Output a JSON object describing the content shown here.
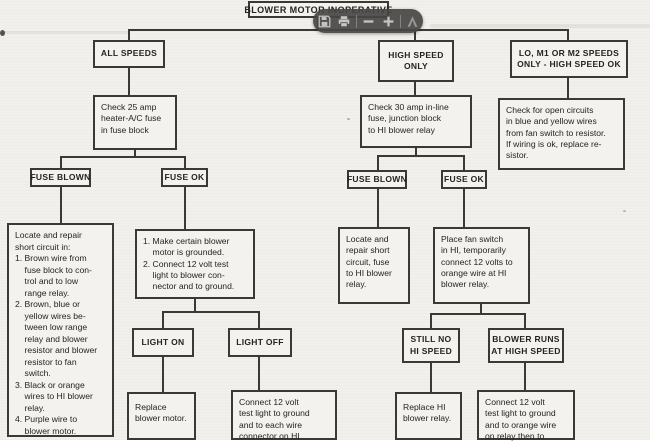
{
  "toolbar": {
    "icons": [
      "save-icon",
      "print-icon",
      "zoom-out-icon",
      "zoom-in-icon",
      "acrobat-icon"
    ]
  },
  "nodes": {
    "title": "BLOWER MOTOR INOPERATIVE",
    "all_speeds": "ALL SPEEDS",
    "high_speed_only": "HIGH SPEED\nONLY",
    "lo_m1_m2": "LO, M1 OR M2 SPEEDS\nONLY - HIGH SPEED OK",
    "check_25": "Check 25 amp\nheater-A/C fuse\nin fuse block",
    "check_30": "Check 30 amp in-line\nfuse, junction block\nto HI blower relay",
    "check_open": "Check for open circuits\nin blue and yellow wires\nfrom fan switch to resistor.\nIf wiring is ok, replace re-\nsistor.",
    "fuse_blown_left": "FUSE BLOWN",
    "fuse_ok_left": "FUSE OK",
    "locate_left": "Locate and repair\nshort circuit in:\n1. Brown wire from\n    fuse block to con-\n    trol and to low\n    range relay.\n2. Brown, blue or\n    yellow wires be-\n    tween low range\n    relay and blower\n    resistor and blower\n    resistor to fan\n    switch.\n3. Black or orange\n    wires to HI blower\n    relay.\n4. Purple wire to\n    blower motor.",
    "grounded": "1. Make certain blower\n    motor is grounded.\n2. Connect 12 volt test\n    light to blower con-\n    nector and to ground.",
    "light_on": "LIGHT ON",
    "light_off": "LIGHT OFF",
    "replace_motor": "Replace\nblower motor.",
    "connect_each_wire": "Connect 12 volt\ntest light to ground\nand to each wire\nconnector on HI",
    "fuse_blown_mid": "FUSE BLOWN",
    "fuse_ok_mid": "FUSE OK",
    "locate_mid": "Locate and\nrepair short\ncircuit, fuse\nto HI blower\nrelay.",
    "place_fan": "Place fan switch\nin HI, temporarily\nconnect 12 volts to\norange wire at HI\nblower relay.",
    "still_no": "STILL NO\nHI SPEED",
    "blower_runs": "BLOWER RUNS\nAT HIGH SPEED",
    "replace_hi": "Replace HI\nblower relay.",
    "connect_orange": "Connect 12 volt\ntest light to ground\nand to orange wire\non relay then to"
  },
  "edges": [
    "title > all_speeds",
    "title > high_speed_only",
    "title > lo_m1_m2",
    "all_speeds > check_25",
    "high_speed_only > check_30",
    "lo_m1_m2 > check_open",
    "check_25 > fuse_blown_left",
    "check_25 > fuse_ok_left",
    "fuse_blown_left > locate_left",
    "fuse_ok_left > grounded",
    "grounded > light_on",
    "grounded > light_off",
    "light_on > replace_motor",
    "light_off > connect_each_wire",
    "check_30 > fuse_blown_mid",
    "check_30 > fuse_ok_mid",
    "fuse_blown_mid > locate_mid",
    "fuse_ok_mid > place_fan",
    "place_fan > still_no",
    "place_fan > blower_runs",
    "still_no > replace_hi",
    "blower_runs > connect_orange"
  ],
  "colors": {
    "paper": "#f2f0ec",
    "ink": "#3b3934",
    "toolbar_bg": "#484744",
    "toolbar_icon": "#c6c4c0"
  }
}
